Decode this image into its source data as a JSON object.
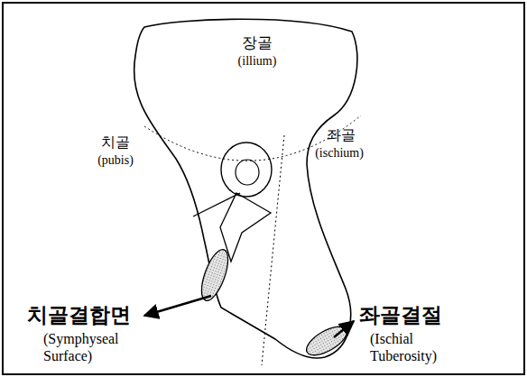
{
  "diagram": {
    "labels": [
      "장골",
      "(illium)",
      "치골",
      "(pubis)",
      "좌골",
      "(ischium)",
      "치골결합면",
      "(Symphyseal Surface)",
      "좌골결절",
      "(Ischial Tuberosity)"
    ]
  }
}
